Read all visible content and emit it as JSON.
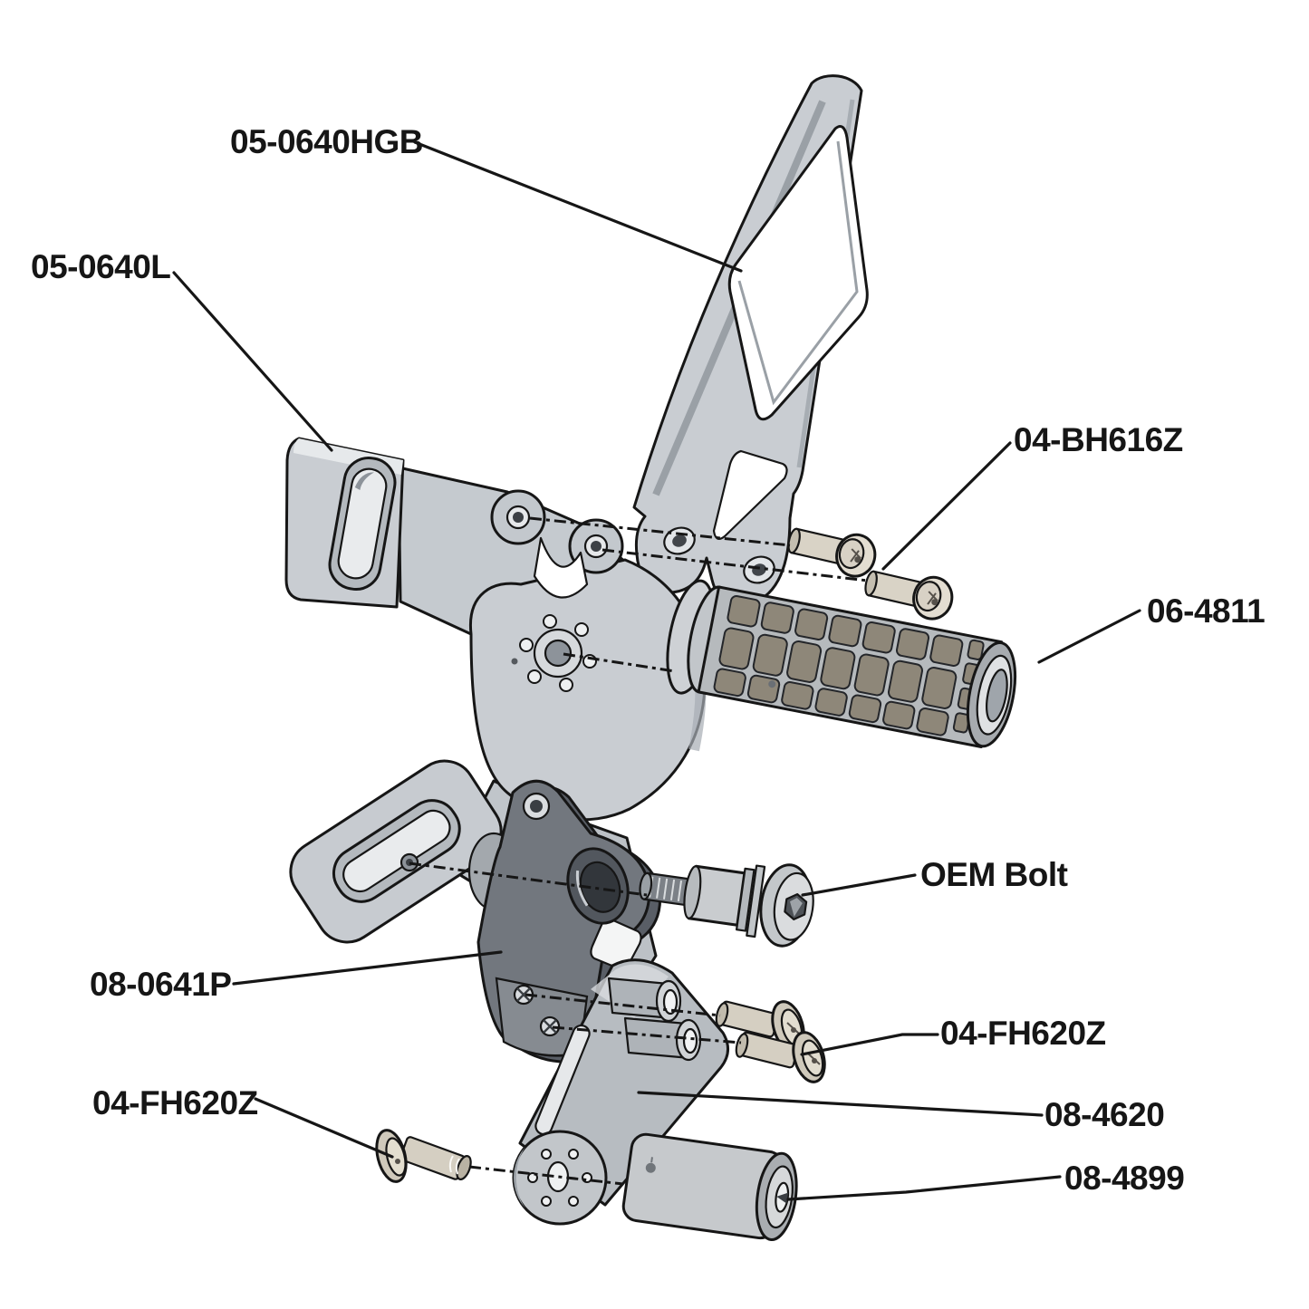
{
  "diagram": {
    "type": "exploded-parts-diagram",
    "background": "#ffffff",
    "line_color": "#161616",
    "part_fill_light": "#c9cdd2",
    "part_fill_dark": "#72777e",
    "bolt_fill_tan": "#d6d0c3",
    "knurl_fill": "#8e8779"
  },
  "labels": [
    {
      "id": "05-0640HGB",
      "text": "05-0640HGB"
    },
    {
      "id": "05-0640L",
      "text": "05-0640L"
    },
    {
      "id": "04-BH616Z",
      "text": "04-BH616Z"
    },
    {
      "id": "06-4811",
      "text": "06-4811"
    },
    {
      "id": "OEM-Bolt",
      "text": "OEM Bolt"
    },
    {
      "id": "08-0641P",
      "text": "08-0641P"
    },
    {
      "id": "04-FH620Z-left",
      "text": "04-FH620Z"
    },
    {
      "id": "04-FH620Z-right",
      "text": "04-FH620Z"
    },
    {
      "id": "08-4620",
      "text": "08-4620"
    },
    {
      "id": "08-4899",
      "text": "08-4899"
    }
  ]
}
